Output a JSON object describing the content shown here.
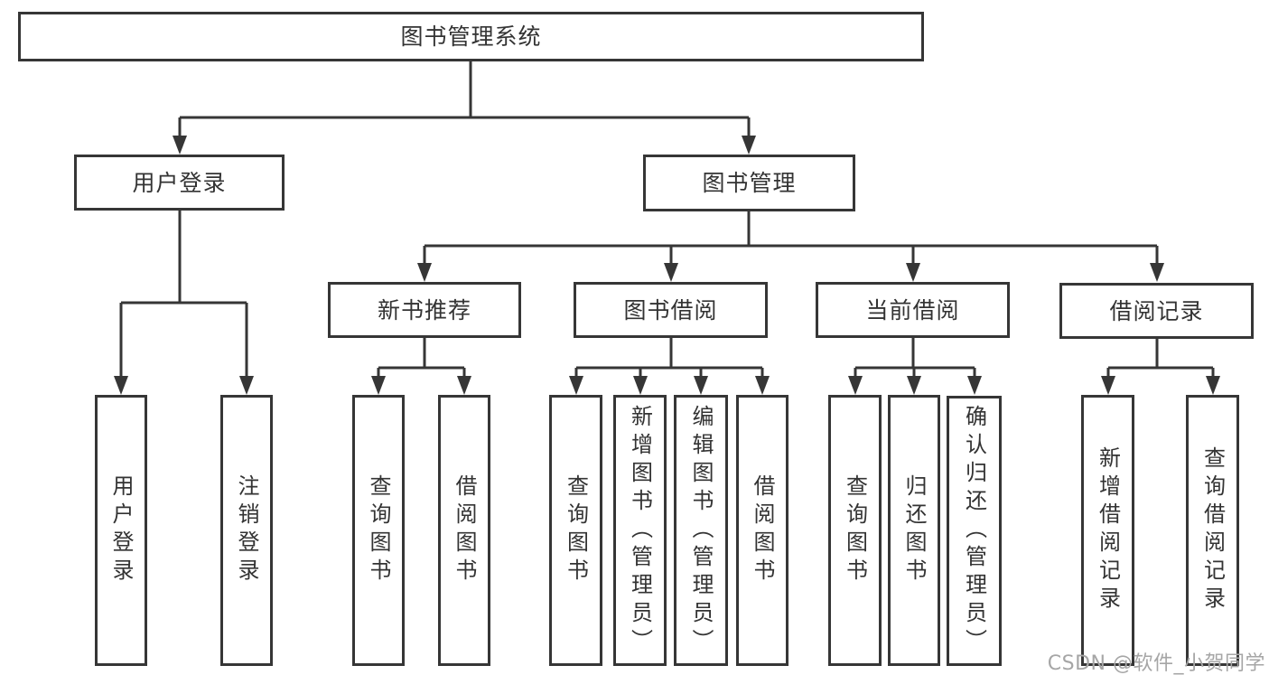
{
  "tree": {
    "root": {
      "label": "图书管理系统"
    },
    "children": [
      {
        "label": "用户登录",
        "children": [
          {
            "label": "用户登录"
          },
          {
            "label": "注销登录"
          }
        ]
      },
      {
        "label": "图书管理",
        "children": [
          {
            "label": "新书推荐",
            "children": [
              {
                "label": "查询图书"
              },
              {
                "label": "借阅图书"
              }
            ]
          },
          {
            "label": "图书借阅",
            "children": [
              {
                "label": "查询图书"
              },
              {
                "label": "新增图书（管理员）"
              },
              {
                "label": "编辑图书（管理员）"
              },
              {
                "label": "借阅图书"
              }
            ]
          },
          {
            "label": "当前借阅",
            "children": [
              {
                "label": "查询图书"
              },
              {
                "label": "归还图书"
              },
              {
                "label": "确认归还（管理员）"
              }
            ]
          },
          {
            "label": "借阅记录",
            "children": [
              {
                "label": "新增借阅记录"
              },
              {
                "label": "查询借阅记录"
              }
            ]
          }
        ]
      }
    ]
  },
  "watermark": {
    "text": "CSDN @软件_小贺同学"
  },
  "colors": {
    "line": "#363636",
    "box_border": "#363636",
    "box_fill": "#ffffff",
    "text": "#333333",
    "watermark": "#a6a6a6",
    "background": "#ffffff"
  }
}
